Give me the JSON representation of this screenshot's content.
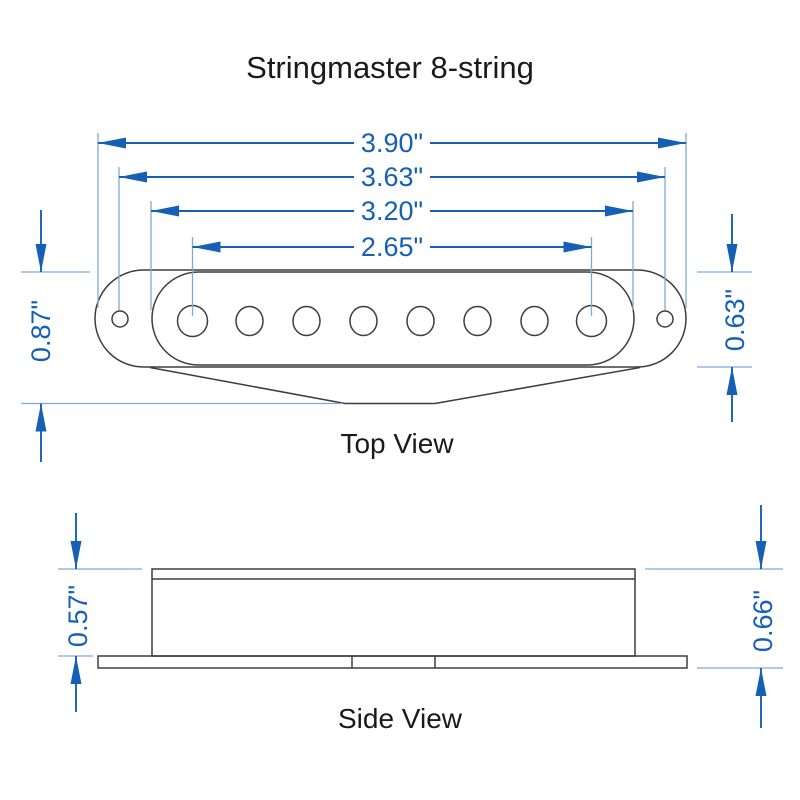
{
  "title": "Stringmaster 8-string",
  "colors": {
    "dimension_blue": "#1560b4",
    "extension_blue": "#7ea9de",
    "outline_gray": "#3d3d3d",
    "text_black": "#1a1a1a",
    "background": "#ffffff"
  },
  "top_view": {
    "label": "Top View",
    "width_dims": [
      {
        "name": "flange-width",
        "label": "3.90\""
      },
      {
        "name": "mounting-hole-spacing",
        "label": "3.63\""
      },
      {
        "name": "cover-width",
        "label": "3.20\""
      },
      {
        "name": "pole-spread",
        "label": "2.65\""
      }
    ],
    "depth_with_tab": "0.87\"",
    "depth_flange": "0.63\"",
    "pole_count": 8
  },
  "side_view": {
    "label": "Side View",
    "height_above_flange": "0.57\"",
    "height_total": "0.66\""
  }
}
